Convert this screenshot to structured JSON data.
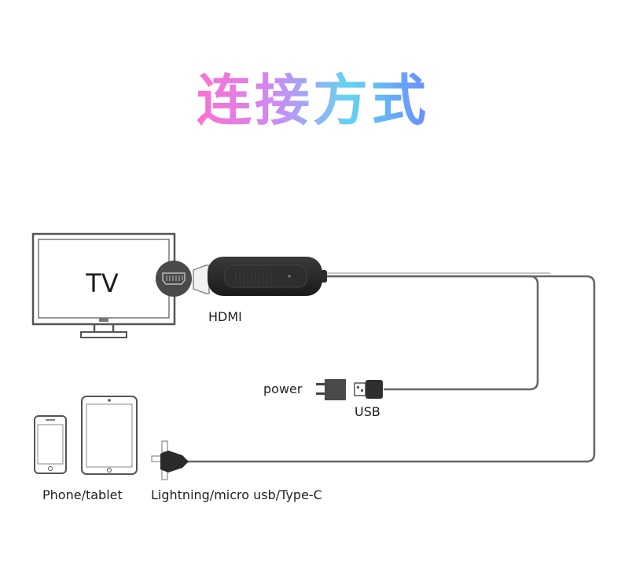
{
  "title": "连接方式",
  "title_gradient": [
    "#ff6fd2",
    "#c98cf5",
    "#64d3f0",
    "#6b8cff"
  ],
  "labels": {
    "tv": "TV",
    "hdmi": "HDMI",
    "power": "power",
    "usb": "USB",
    "phone_tablet": "Phone/tablet",
    "connectors": "Lightning/micro usb/Type-C"
  },
  "colors": {
    "line": "#666666",
    "device_dark": "#2a2a2a",
    "device_outline": "#555555"
  }
}
